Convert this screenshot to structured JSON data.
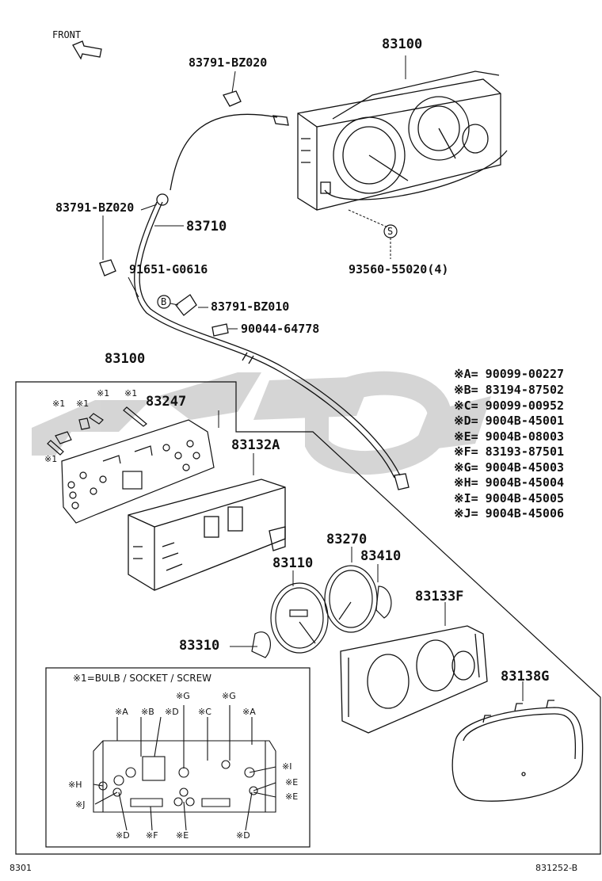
{
  "front_label": "FRONT",
  "parts": {
    "p83100_top": "83100",
    "p83791_bz020_a": "83791-BZ020",
    "p83791_bz020_b": "83791-BZ020",
    "p83710": "83710",
    "p91651": "91651-G0616",
    "p93560": "93560-55020(4)",
    "p83791_bz010": "83791-BZ010",
    "p90044": "90044-64778",
    "p83100_box": "83100",
    "p83247": "83247",
    "p83132a": "83132A",
    "p83270": "83270",
    "p83410": "83410",
    "p83110": "83110",
    "p83133f": "83133F",
    "p83310": "83310",
    "p83138g": "83138G"
  },
  "callouts": {
    "s": "S",
    "b": "B"
  },
  "star1": "※1",
  "legend": [
    "※A= 90099-00227",
    "※B= 83194-87502",
    "※C= 90099-00952",
    "※D= 9004B-45001",
    "※E= 9004B-08003",
    "※F= 83193-87501",
    "※G= 9004B-45003",
    "※H= 9004B-45004",
    "※I= 9004B-45005",
    "※J= 9004B-45006"
  ],
  "inset": {
    "title": "※1=BULB / SOCKET / SCREW",
    "labels": {
      "g1": "※G",
      "g2": "※G",
      "a1": "※A",
      "b": "※B",
      "d_top": "※D",
      "c": "※C",
      "a2": "※A",
      "i": "※I",
      "h": "※H",
      "e1": "※E",
      "j": "※J",
      "e2": "※E",
      "d_bl": "※D",
      "f": "※F",
      "e3": "※E",
      "d_br": "※D"
    }
  },
  "footer": {
    "left": "8301",
    "right": "831252-B"
  }
}
